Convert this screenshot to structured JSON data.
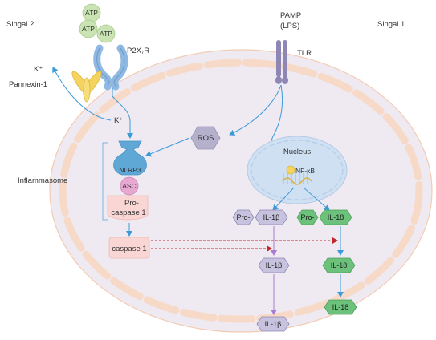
{
  "labels": {
    "signal2": "Singal 2",
    "signal1": "Singal 1",
    "pamp_line1": "PAMP",
    "pamp_line2": "(LPS)",
    "tlr": "TLR",
    "p2x7r": "P2X₇R",
    "pannexin": "Pannexin-1",
    "k_plus": "K⁺",
    "ros": "ROS",
    "nucleus": "Nucleus",
    "nfkb": "NF-κB",
    "inflammasome": "Inflammasome",
    "nlrp3": "NLRP3",
    "asc": "ASC",
    "procaspase_line1": "Pro-",
    "procaspase_line2": "caspase 1",
    "caspase1": "caspase 1",
    "atp": "ATP"
  },
  "left_pathway": {
    "pro": "Pro-",
    "pro_cytokine": "IL-1β",
    "mature": "IL-1β",
    "secreted": "IL-1β"
  },
  "right_pathway": {
    "pro": "Pro-",
    "pro_cytokine": "IL-18",
    "mature": "IL-18",
    "secreted": "IL-18"
  },
  "colors": {
    "cell_fill": "#efeaf1",
    "membrane": "#f7d9c7",
    "receptor_blue": "#8fb8e2",
    "tlr_purple": "#8e86b4",
    "pannexin_yellow": "#f4d35e",
    "ros_fill": "#b5b0cc",
    "nucleus_fill": "#cfe0f3",
    "nlrp3_blue": "#5fa8d6",
    "asc_pink": "#e7a8d2",
    "caspase_pink": "#f9d6d3",
    "il1b_hex": "#c7c2dd",
    "il18_hex": "#6cc27a",
    "arrow_blue": "#3d9ad9",
    "arrow_purple": "#a77bd1",
    "arrow_red": "#c0282b"
  }
}
